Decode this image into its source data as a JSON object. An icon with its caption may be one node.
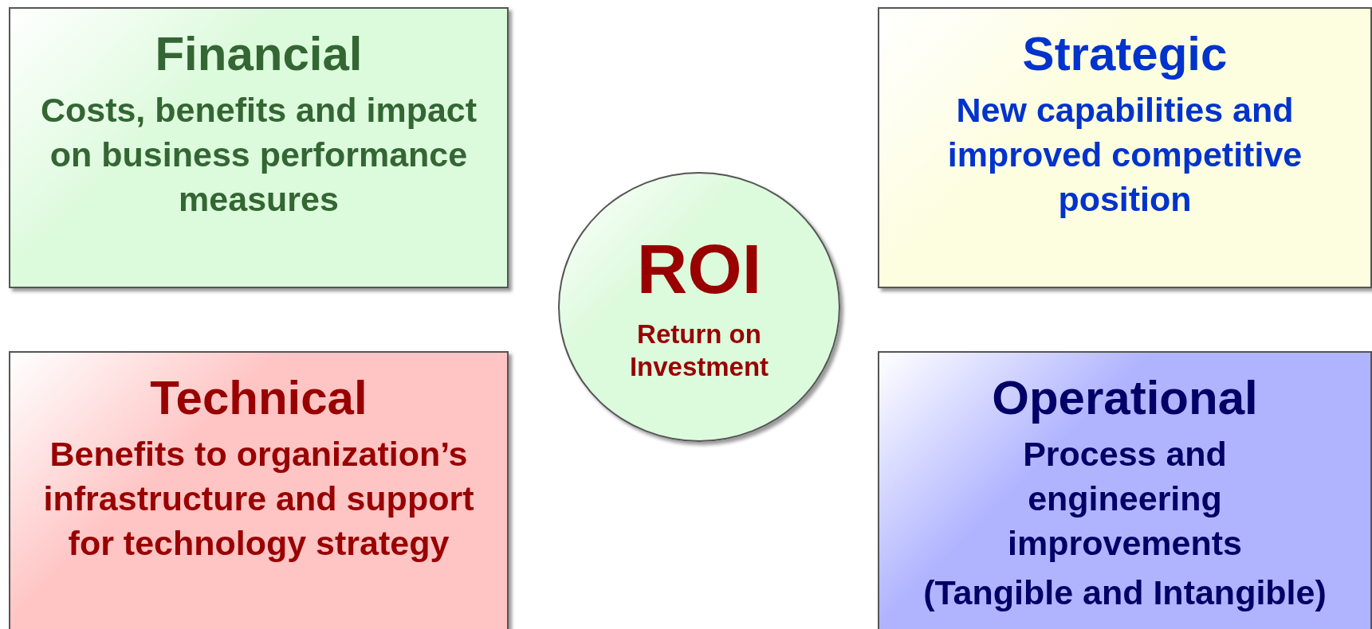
{
  "diagram": {
    "nodes": [
      {
        "text": [
          "Financial",
          "Costs, benefits and impact on business performance measures"
        ]
      },
      {
        "text": [
          "Strategic",
          "New capabilities and improved competitive position"
        ]
      },
      {
        "text": [
          "ROI",
          "Return on Investment"
        ]
      },
      {
        "text": [
          "Technical",
          "Benefits to organization’s infrastructure and support for technology strategy"
        ]
      },
      {
        "text": [
          "Operational",
          "Process and engineering improvements",
          "(Tangible and Intangible)"
        ]
      }
    ]
  }
}
